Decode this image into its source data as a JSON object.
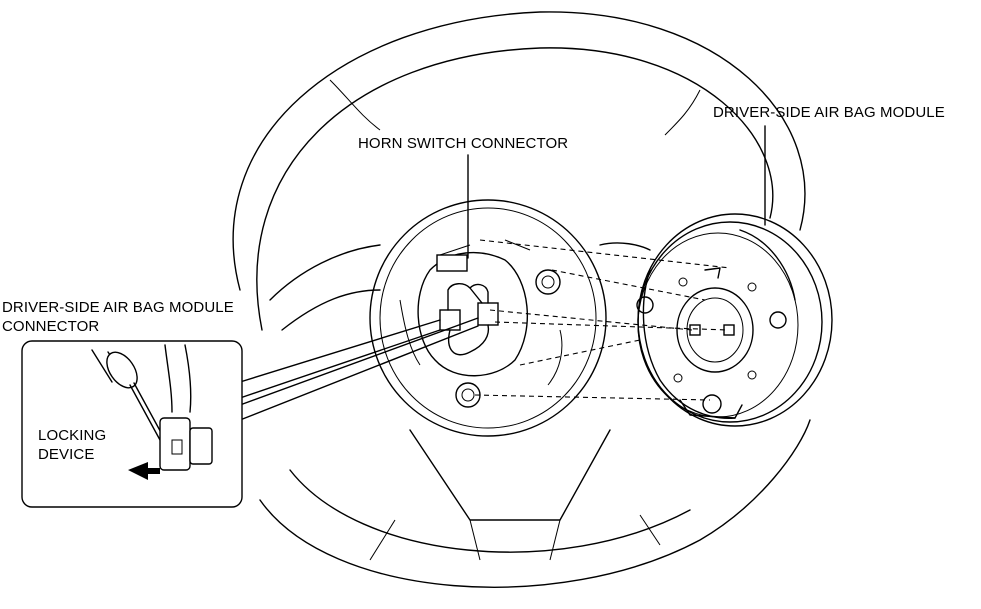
{
  "labels": {
    "airbag_module": "DRIVER-SIDE AIR BAG MODULE",
    "horn_connector": "HORN SWITCH CONNECTOR",
    "airbag_connector_line1": "DRIVER-SIDE AIR BAG MODULE",
    "airbag_connector_line2": "CONNECTOR",
    "locking_line1": "LOCKING",
    "locking_line2": "DEVICE"
  }
}
